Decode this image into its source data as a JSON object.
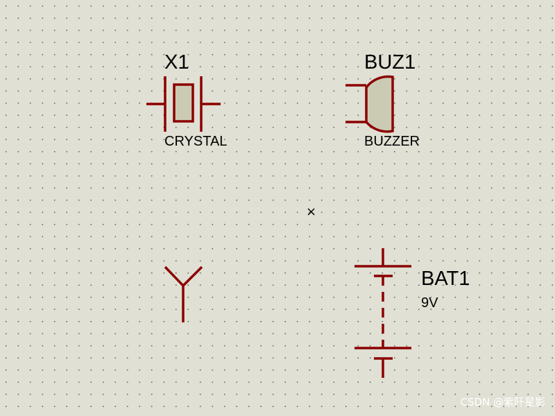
{
  "components": {
    "crystal": {
      "ref": "X1",
      "value": "CRYSTAL"
    },
    "buzzer": {
      "ref": "BUZ1",
      "value": "BUZZER"
    },
    "battery": {
      "ref": "BAT1",
      "value": "9V"
    }
  },
  "cursor": {
    "glyph": "×"
  },
  "watermark": "CSDN @紫阡星影",
  "colors": {
    "background": "#e0e0d4",
    "wire": "#8b0000",
    "body_fill": "#cbcbb4",
    "grid_dot": "#6e6e68",
    "label": "#000000"
  },
  "icons": [
    "crystal-icon",
    "buzzer-icon",
    "antenna-icon",
    "battery-icon",
    "cursor-cross-icon"
  ]
}
